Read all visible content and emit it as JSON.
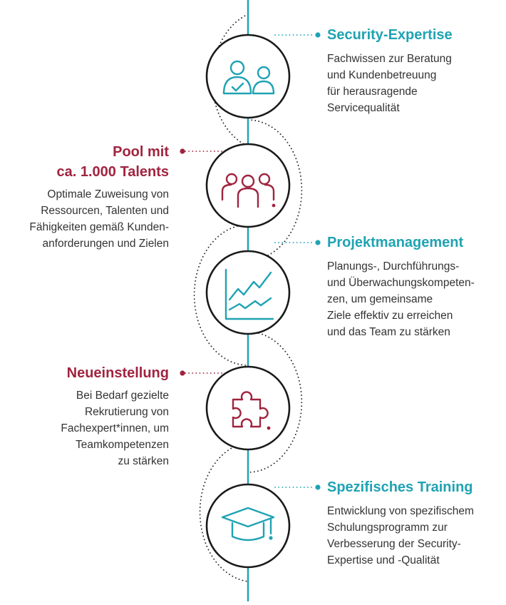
{
  "colors": {
    "teal": "#1fa3b3",
    "crimson": "#a0243f",
    "ink": "#1a1a1a",
    "dots": "#222222"
  },
  "steps": [
    {
      "side": "right",
      "accent": "teal",
      "icon": "people-check-icon",
      "title": "Security-Expertise",
      "text": "Fachwissen zur Beratung\nund Kundenbetreuung\nfür herausragende\nServicequalität"
    },
    {
      "side": "left",
      "accent": "crimson",
      "icon": "team-group-icon",
      "title": "Pool mit\nca. 1.000 Talents",
      "text": "Optimale Zuweisung von\nRessourcen, Talenten und\nFähigkeiten gemäß Kunden-\nanforderungen und Zielen"
    },
    {
      "side": "right",
      "accent": "teal",
      "icon": "line-chart-icon",
      "title": "Projektmanagement",
      "text": "Planungs-, Durchführungs-\nund Überwachungskompeten-\nzen, um gemeinsame\nZiele effektiv zu erreichen\nund das Team zu stärken"
    },
    {
      "side": "left",
      "accent": "crimson",
      "icon": "puzzle-piece-icon",
      "title": "Neueinstellung",
      "text": "Bei Bedarf gezielte\nRekrutierung von\nFachexpert*innen, um\nTeamkompetenzen\nzu stärken"
    },
    {
      "side": "right",
      "accent": "teal",
      "icon": "graduation-cap-icon",
      "title": "Spezifisches Training",
      "text": "Entwicklung von spezifischem\nSchulungsprogramm zur\nVerbesserung der Security-\nExpertise und -Qualität"
    }
  ]
}
